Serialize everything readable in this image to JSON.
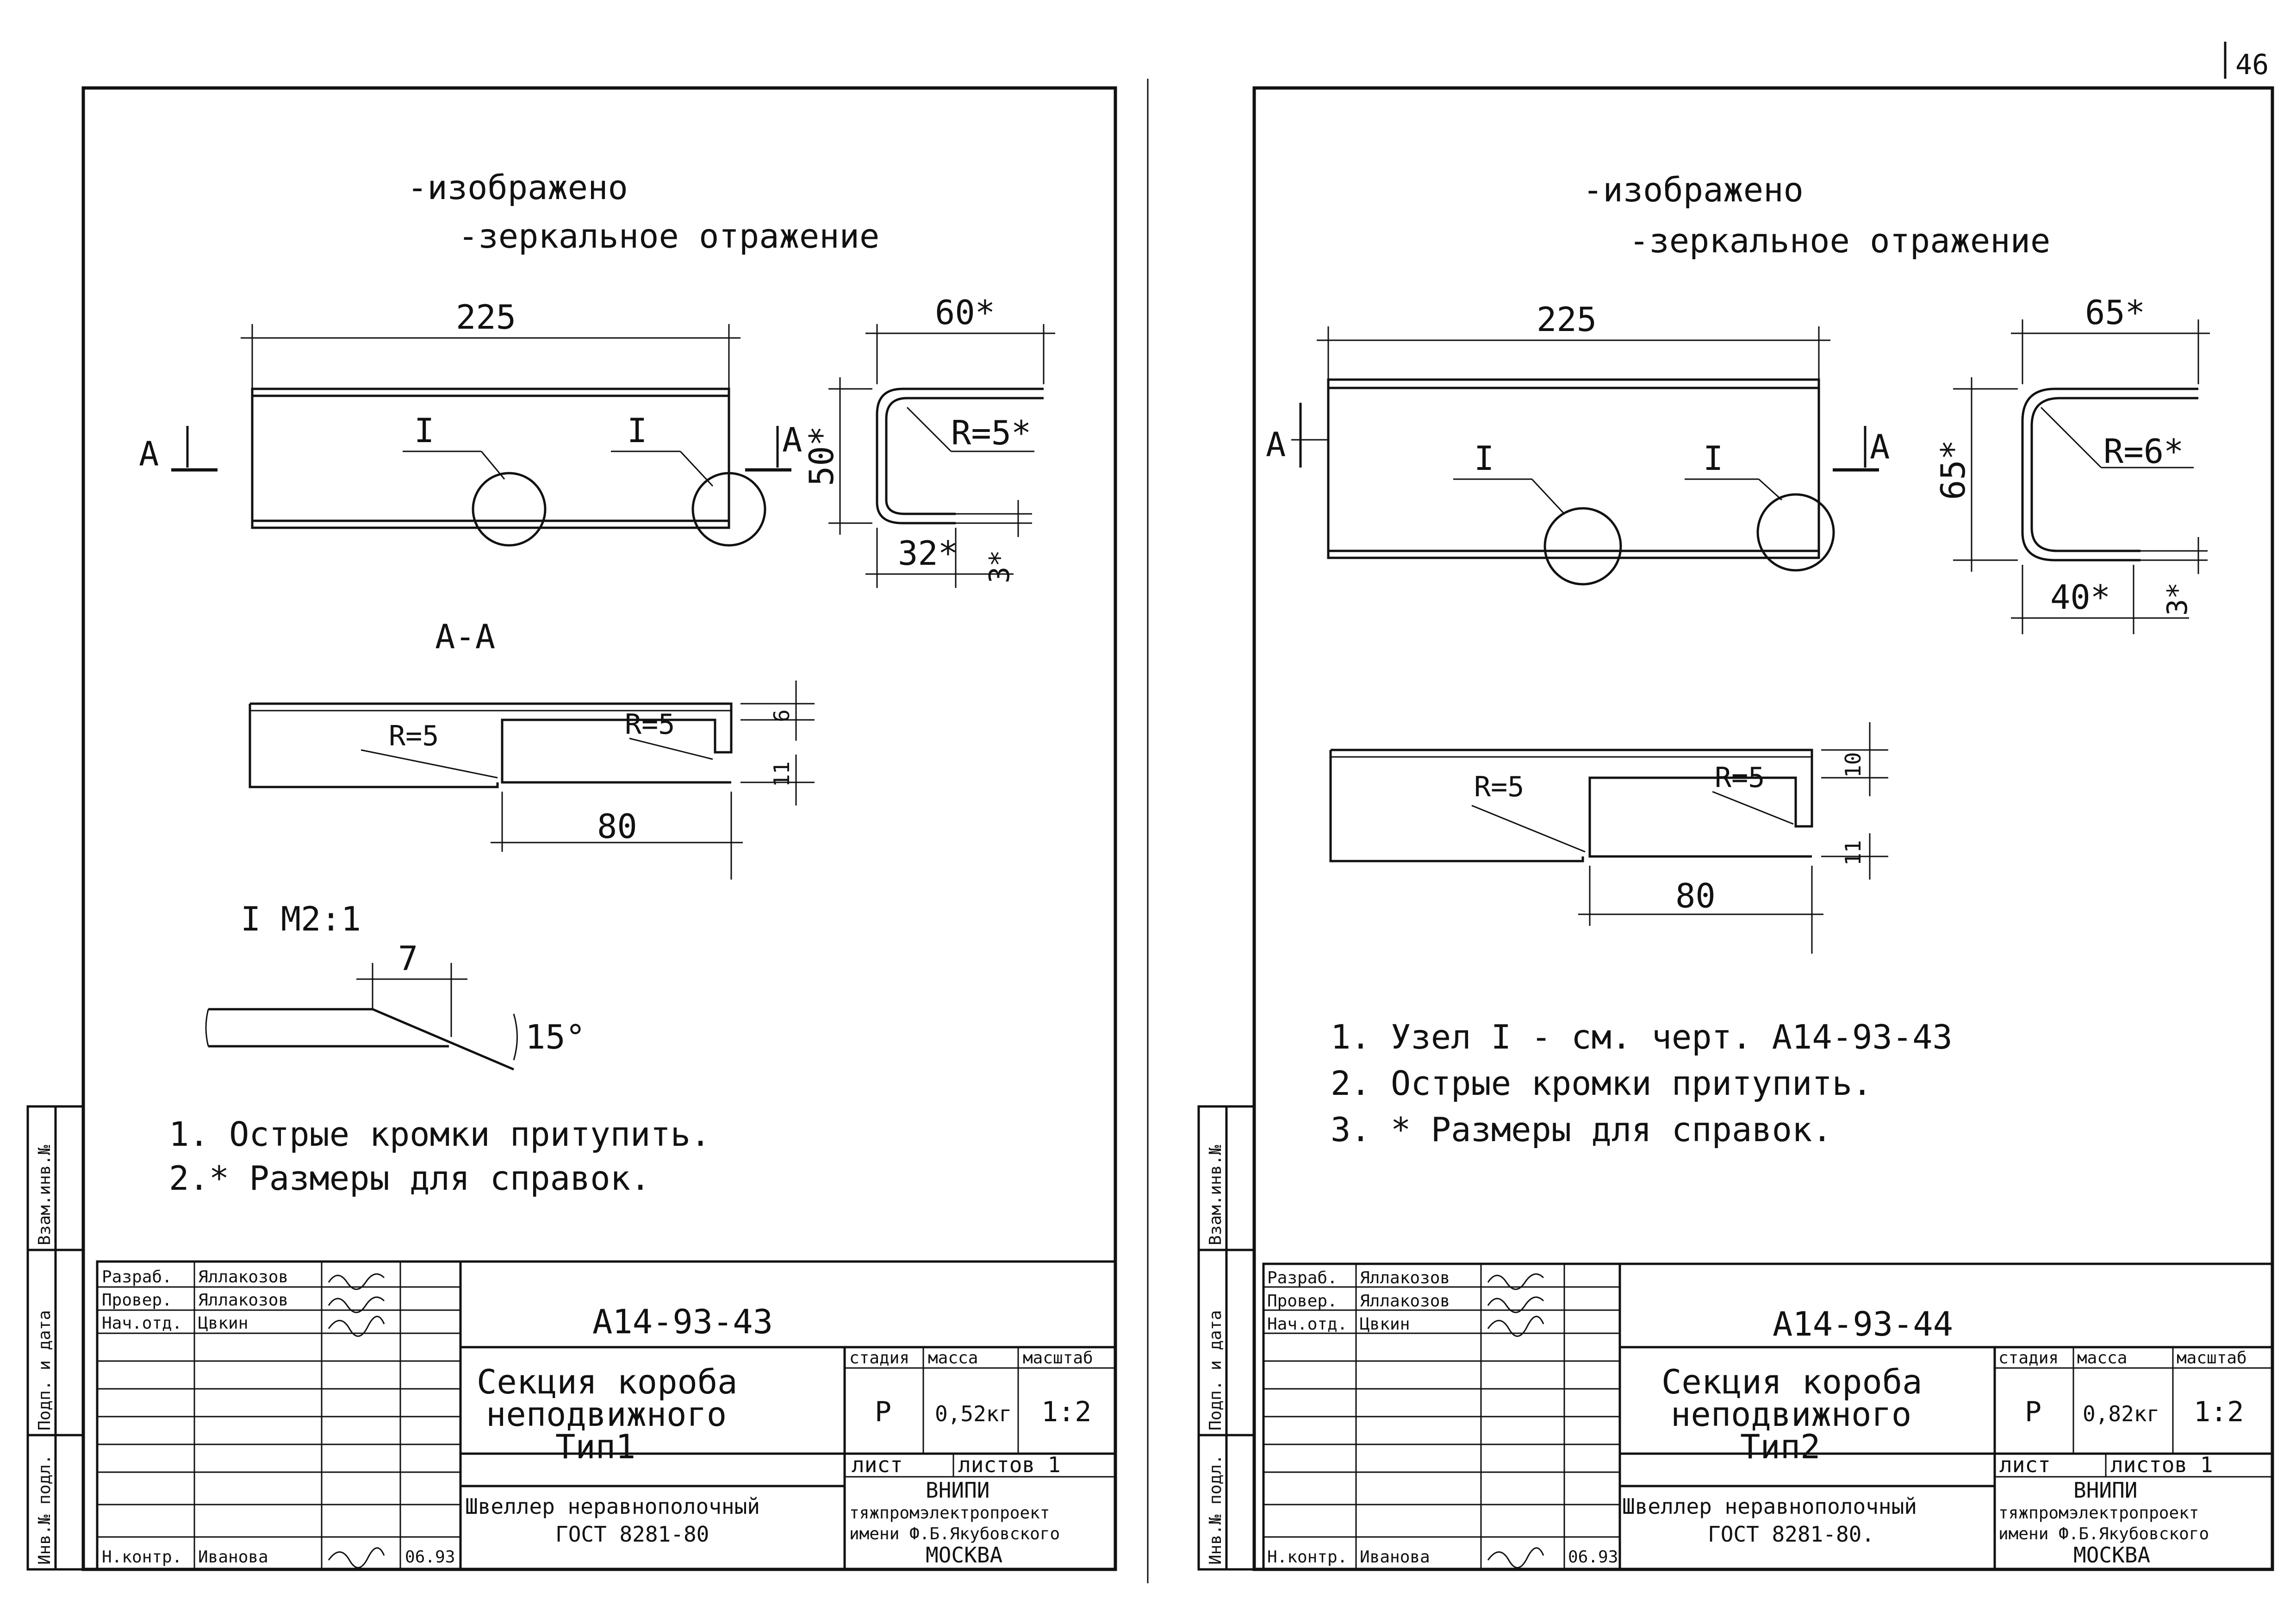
{
  "page_number": "46",
  "sheets": [
    {
      "legend_shown": "-изображено",
      "legend_mirror": "-зеркальное отражение",
      "dim_length": "225",
      "dim_top": "60*",
      "dim_height": "50*",
      "dim_bottom": "32*",
      "dim_thickness": "3*",
      "radius_profile": "R=5*",
      "section_view_a": "А",
      "node_mark": "I",
      "section_title": "А-А",
      "r_left": "R=5",
      "r_right": "R=5",
      "dim_80": "80",
      "dim_step_top": "6",
      "dim_step_bottom": "11",
      "detail_title": "I М2:1",
      "detail_dim": "7",
      "detail_angle": "15°",
      "notes": [
        "1. Острые кромки притупить.",
        "2.* Размеры для справок."
      ],
      "tb": {
        "drawing_no": "А14-93-43",
        "title": [
          "Секция короба",
          "неподвижного",
          "Тип1"
        ],
        "material": [
          "Швеллер неравнополочный",
          "ГОСТ 8281-80"
        ],
        "stage_h": "стадия",
        "mass_h": "масса",
        "scale_h": "масштаб",
        "stage": "Р",
        "mass": "0,52кг",
        "scale": "1:2",
        "sheet_h": "лист",
        "sheets_h": "листов 1",
        "org": [
          "ВНИПИ",
          "тяжпромэлектропроект",
          "имени Ф.Б.Якубовского",
          "МОСКВА"
        ],
        "roles": [
          "Разраб.",
          "Провер.",
          "Нач.отд.",
          "Н.контр."
        ],
        "names": [
          "Яллакозов",
          "Яллакозов",
          "Цвкин",
          "Иванова"
        ],
        "date": "06.93"
      },
      "side_stamp": [
        "Инв.№ подл.",
        "Подп. и дата",
        "Взам.инв.№"
      ]
    },
    {
      "legend_shown": "-изображено",
      "legend_mirror": "-зеркальное отражение",
      "dim_length": "225",
      "dim_top": "65*",
      "dim_height": "65*",
      "dim_bottom": "40*",
      "dim_thickness": "3*",
      "radius_profile": "R=6*",
      "section_view_a": "А",
      "node_mark": "I",
      "r_left": "R=5",
      "r_right": "R=5",
      "dim_80": "80",
      "dim_step_top": "10",
      "dim_step_bottom": "11",
      "notes": [
        "1. Узел I - см. черт. А14-93-43",
        "2. Острые кромки притупить.",
        "3. * Размеры для справок."
      ],
      "tb": {
        "drawing_no": "А14-93-44",
        "title": [
          "Секция короба",
          "неподвижного",
          "Тип2"
        ],
        "material": [
          "Швеллер неравнополочный",
          "ГОСТ 8281-80."
        ],
        "stage_h": "стадия",
        "mass_h": "масса",
        "scale_h": "масштаб",
        "stage": "Р",
        "mass": "0,82кг",
        "scale": "1:2",
        "sheet_h": "лист",
        "sheets_h": "листов 1",
        "org": [
          "ВНИПИ",
          "тяжпромэлектропроект",
          "имени Ф.Б.Якубовского",
          "МОСКВА"
        ],
        "roles": [
          "Разраб.",
          "Провер.",
          "Нач.отд.",
          "Н.контр."
        ],
        "names": [
          "Яллакозов",
          "Яллакозов",
          "Цвкин",
          "Иванова"
        ],
        "date": "06.93"
      },
      "side_stamp": [
        "Инв.№ подл.",
        "Подп. и дата",
        "Взам.инв.№"
      ]
    }
  ]
}
